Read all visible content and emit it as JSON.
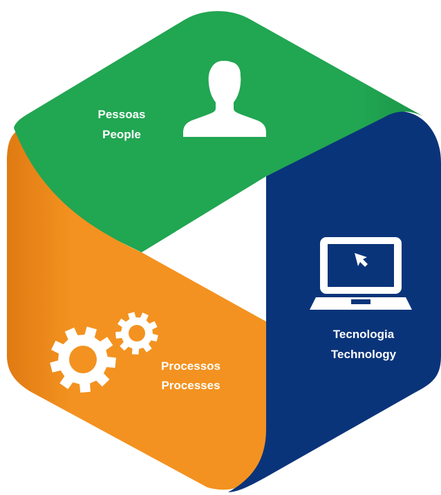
{
  "segments": {
    "people": {
      "label_pt": "Pessoas",
      "label_en": "People",
      "icon": "person-silhouette-icon",
      "color": "#21A652"
    },
    "technology": {
      "label_pt": "Tecnologia",
      "label_en": "Technology",
      "icon": "laptop-cursor-icon",
      "color": "#0A347A"
    },
    "processes": {
      "label_pt": "Processos",
      "label_en": "Processes",
      "icon": "gears-icon",
      "color": "#F39220"
    }
  },
  "center_color": "#FFFFFF"
}
